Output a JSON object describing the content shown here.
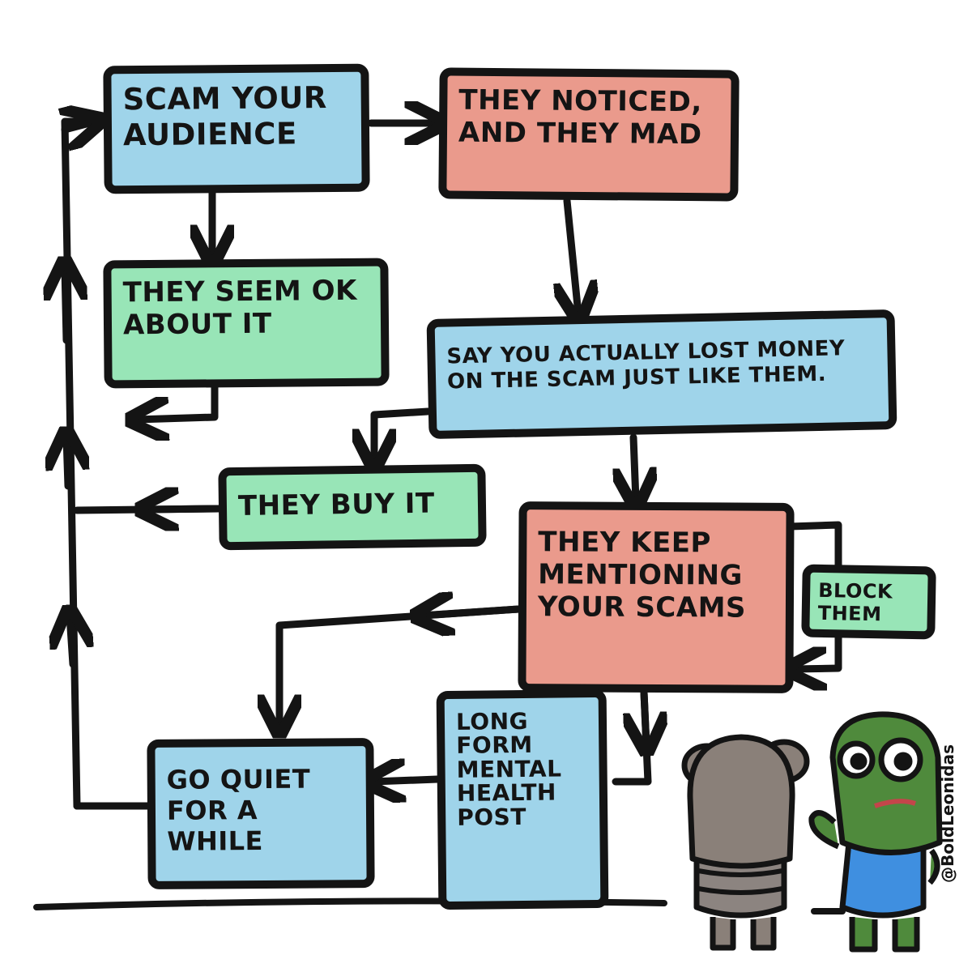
{
  "boxes": {
    "scam_audience": "Scam your\nAudience",
    "they_noticed": "They noticed,\nand they mad",
    "seem_ok": "They seem ok\nabout it",
    "say_lost_money": "Say you actually lost money\non the scam just like them.",
    "they_buy_it": "They buy it",
    "keep_mentioning": "They keep\nmentioning\nyour scams",
    "block_them": "Block\nthem",
    "mental_health": "Long\nform\nmental\nhealth\npost",
    "go_quiet": "Go quiet\nfor a\nwhile"
  },
  "credit": "@BoldLeonidas",
  "colors": {
    "blue_box": "#9fd4ea",
    "red_box": "#ea9a8c",
    "green_box": "#98e5b7",
    "ink": "#141414",
    "frog_green": "#4f8a3c",
    "bear_gray": "#8a8079",
    "overalls_blue": "#3f8fe0"
  }
}
